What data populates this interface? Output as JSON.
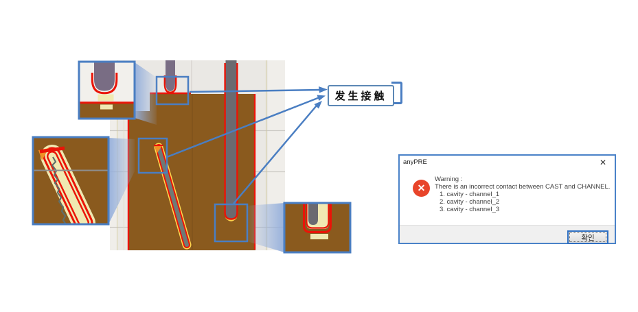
{
  "annotation": {
    "contact_label": "发生接触"
  },
  "dialog": {
    "title": "anyPRE",
    "close_glyph": "✕",
    "warning_title": "Warning :",
    "warning_message": "There is an incorrect contact between CAST and CHANNEL.",
    "contact_items": [
      "1. cavity - channel_1",
      "2. cavity - channel_2",
      "3. cavity - channel_3"
    ],
    "ok_label": "확인"
  },
  "colors": {
    "annotation_blue": "#4a7ec2",
    "contact_red": "#ea1408",
    "cast_brown": "#8a5a1e",
    "channel_gray": "#6b6a70",
    "core_purple": "#796d84",
    "solidified_cream": "#f0e9b2",
    "orange_tip": "#f09026",
    "view_background": "#eae8e4",
    "error_icon_red": "#e8442a",
    "dialog_border_blue": "#4a82c8"
  }
}
